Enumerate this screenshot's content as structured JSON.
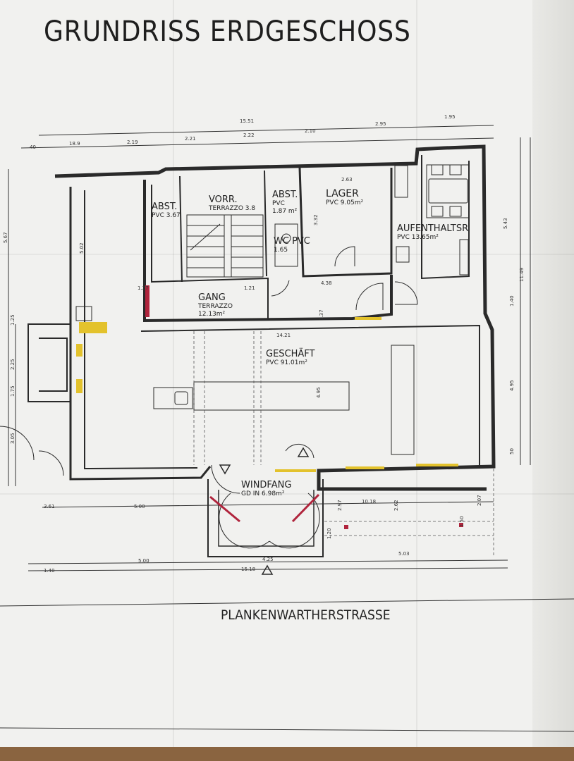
{
  "title": "GRUNDRISS ERDGESCHOSS",
  "street": "PLANKENWARTHERSTRASSE",
  "rooms": {
    "abst1": {
      "name": "ABST.",
      "floor": "PVC 3.67"
    },
    "vorraum": {
      "name": "VORR.",
      "floor": "TERRAZZO 3.8"
    },
    "abst2": {
      "name": "ABST.",
      "floor": "PVC",
      "area": "1.87 m²"
    },
    "lager": {
      "name": "LAGER",
      "floor": "PVC 9.05m²"
    },
    "aufenthalt": {
      "name": "AUFENTHALTSR",
      "floor": "PVC 13.65m²"
    },
    "wc": {
      "name": "WC PVC",
      "floor": "1.65"
    },
    "gang": {
      "name": "GANG",
      "floor": "TERRAZZO",
      "area": "12.13m²"
    },
    "geschaeft": {
      "name": "GESCHÄFT",
      "floor": "PVC 91.01m²"
    },
    "windfang": {
      "name": "WINDFANG",
      "floor": "GD IN 6.98m²"
    }
  },
  "dimensions": {
    "top": [
      "15.51",
      "18.9",
      "2.19",
      "2.21",
      "2.22",
      "2.10",
      "2.95",
      "1.95",
      "40"
    ],
    "left": [
      "5.67",
      "1.25",
      "2.25",
      "3.05",
      "1.75"
    ],
    "right": [
      "5.43",
      "1.40",
      "11.49",
      "4.95",
      "50"
    ],
    "bottom": [
      "3.61",
      "5.00",
      "10.18",
      "5.00",
      "4.25",
      "5.03",
      "15.18",
      "1.40"
    ],
    "interior": [
      "14.21",
      "4.95",
      "5.02",
      "2.97",
      "2.62",
      "2.07",
      "1.20",
      "1.50",
      "1.37",
      "1.27",
      "1.21",
      "4.38",
      "2.63",
      "3.32"
    ]
  },
  "colors": {
    "paper": "#f1f1ef",
    "ink": "#2a2a2a",
    "red": "#b0243c",
    "yellow": "#e3c22c"
  }
}
